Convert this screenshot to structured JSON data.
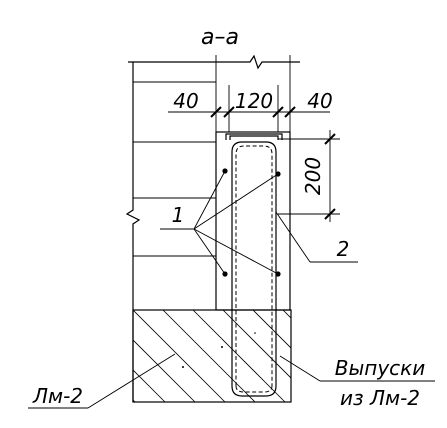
{
  "title": "a–a",
  "dimensions": {
    "left": "40",
    "middle": "120",
    "right": "40",
    "vertical": "200"
  },
  "callouts": {
    "item1": "1",
    "item2": "2",
    "lintel_label": "Лм-2",
    "outlets_line1": "Выпуски",
    "outlets_line2": "из Лм-2"
  }
}
